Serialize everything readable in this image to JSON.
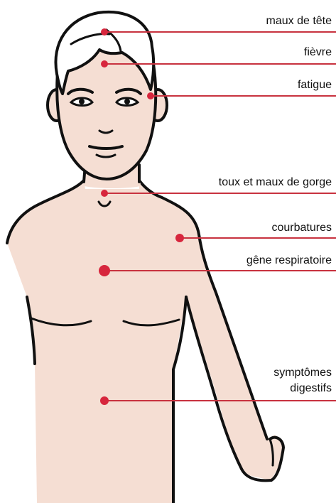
{
  "colors": {
    "skin": "#f5ded3",
    "outline": "#111111",
    "hair": "#ffffff",
    "marker": "#d7263d",
    "line": "#c8323f"
  },
  "labels": {
    "headache": "maux de tête",
    "fever": "fièvre",
    "fatigue": "fatigue",
    "throat": "toux et maux de gorge",
    "aches": "courbatures",
    "breathing": "gêne respiratoire",
    "digestive_1": "symptômes",
    "digestive_2": "digestifs"
  }
}
